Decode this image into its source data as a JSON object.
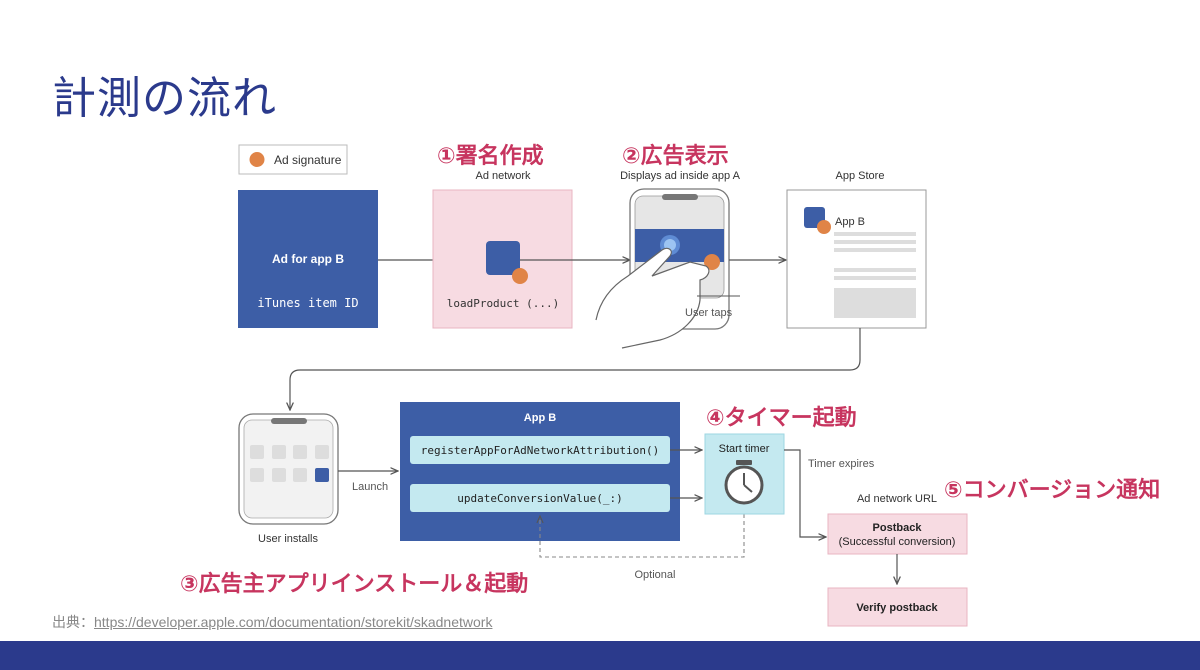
{
  "slide": {
    "title": "計測の流れ",
    "source_prefix": "出典：",
    "source_link": "https://developer.apple.com/documentation/storekit/skadnetwork"
  },
  "steps": {
    "s1": "①署名作成",
    "s2": "②広告表示",
    "s3": "③広告主アプリインストール＆起動",
    "s4": "④タイマー起動",
    "s5": "⑤コンバージョン通知"
  },
  "diagram": {
    "legend_label": "Ad signature",
    "ad_box_title": "Ad for app B",
    "ad_box_sub": "iTunes item ID",
    "ad_network_caption": "Ad network",
    "ad_network_code": "loadProduct (...)",
    "display_caption": "Displays ad inside app A",
    "user_taps": "User taps",
    "app_store_caption": "App Store",
    "app_store_app": "App B",
    "user_installs": "User installs",
    "launch": "Launch",
    "app_b_title": "App B",
    "register_call": "registerAppForAdNetworkAttribution()",
    "update_call": "updateConversionValue(_:)",
    "optional": "Optional",
    "start_timer": "Start timer",
    "timer_expires": "Timer expires",
    "ad_network_url": "Ad network URL",
    "postback": "Postback",
    "postback_sub": "(Successful conversion)",
    "verify": "Verify postback"
  },
  "colors": {
    "title_blue": "#2b3a8c",
    "step_pink": "#c7355f",
    "box_blue": "#3d5ea6",
    "pink_fill": "#f7dbe2",
    "cyan_fill": "#c4e9f0",
    "signature_orange": "#e08447"
  }
}
